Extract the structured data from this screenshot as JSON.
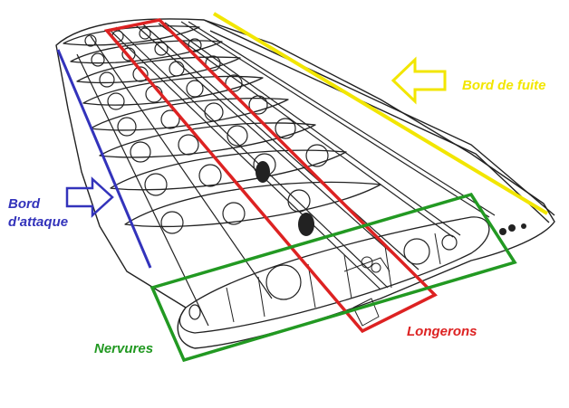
{
  "labels": {
    "leading_edge_line1": "Bord",
    "leading_edge_line2": "d'attaque",
    "trailing_edge": "Bord de fuite",
    "spars": "Longerons",
    "ribs": "Nervures"
  },
  "colors": {
    "leading_edge": "#3333bb",
    "trailing_edge": "#f2e600",
    "spars": "#dd2222",
    "ribs": "#229922",
    "drawing": "#222222"
  },
  "icons": {
    "leading_edge_arrow": "arrow-right-icon",
    "trailing_edge_arrow": "arrow-left-icon"
  }
}
